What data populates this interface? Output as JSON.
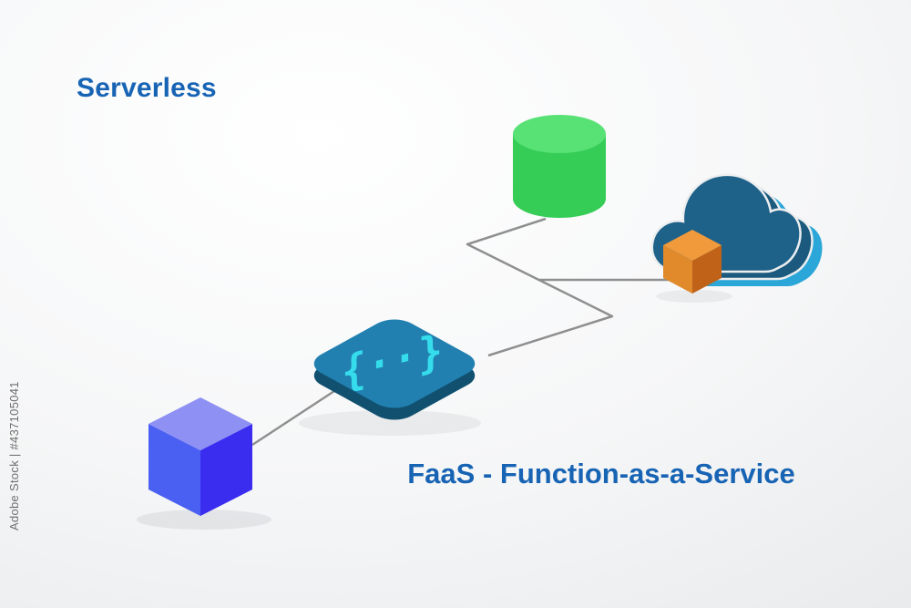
{
  "texts": {
    "title": "Serverless",
    "caption": "FaaS - Function-as-a-Service",
    "watermark": "Adobe Stock | #437105041",
    "function_glyph": "{··}"
  },
  "colors": {
    "accent_text": "#1864b4",
    "connector": "#8f8f8f",
    "cylinder_top": "#58e276",
    "cylinder_body": "#36cd57",
    "cloud_front": "#1e6189",
    "cloud_back": "#1b5a7e",
    "cloud_side": "#2ba6d8",
    "cube_orange_top": "#f09a3c",
    "cube_orange_left": "#e08a2c",
    "cube_orange_right": "#c06318",
    "cube_blue_top": "#8e90f3",
    "cube_blue_left": "#4a60f2",
    "cube_blue_right": "#3b2df0",
    "tile_top": "#2180b0",
    "tile_side": "#11506f",
    "glyph": "#35dcec"
  },
  "icons": {
    "database": "green-cylinder",
    "cloud": "blue-isometric-cloud",
    "module": "orange-isometric-cube",
    "function": "teal-rounded-tile-with-code-braces",
    "client": "blue-violet-isometric-cube"
  }
}
